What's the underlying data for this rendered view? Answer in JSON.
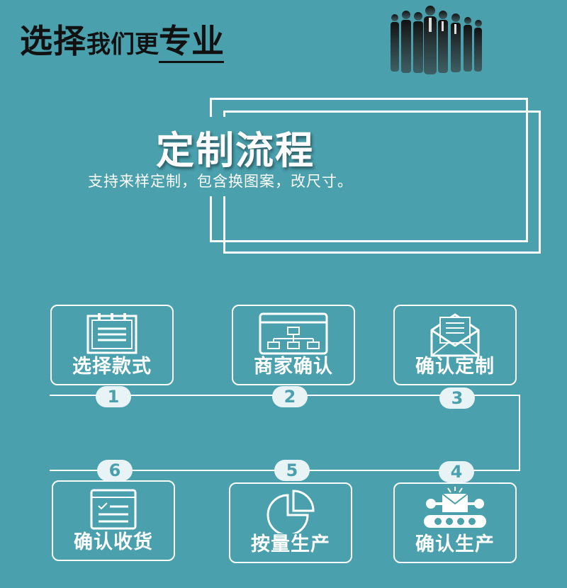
{
  "header": {
    "headline_a": "选择",
    "headline_b": "我们更",
    "headline_c": "专业"
  },
  "section": {
    "title": "定制流程",
    "subtitle": "支持来样定制，包含换图案，改尺寸。"
  },
  "steps": [
    {
      "number": "1",
      "label": "选择款式",
      "icon": "calendar-icon"
    },
    {
      "number": "2",
      "label": "商家确认",
      "icon": "org-chart-icon"
    },
    {
      "number": "3",
      "label": "确认定制",
      "icon": "envelope-icon"
    },
    {
      "number": "4",
      "label": "确认生产",
      "icon": "conveyor-icon"
    },
    {
      "number": "5",
      "label": "按量生产",
      "icon": "pie-chart-icon"
    },
    {
      "number": "6",
      "label": "确认收货",
      "icon": "checklist-icon"
    }
  ],
  "colors": {
    "background": "#4aa0ad",
    "line": "#ffffff",
    "badge": "#e8f3f5"
  }
}
